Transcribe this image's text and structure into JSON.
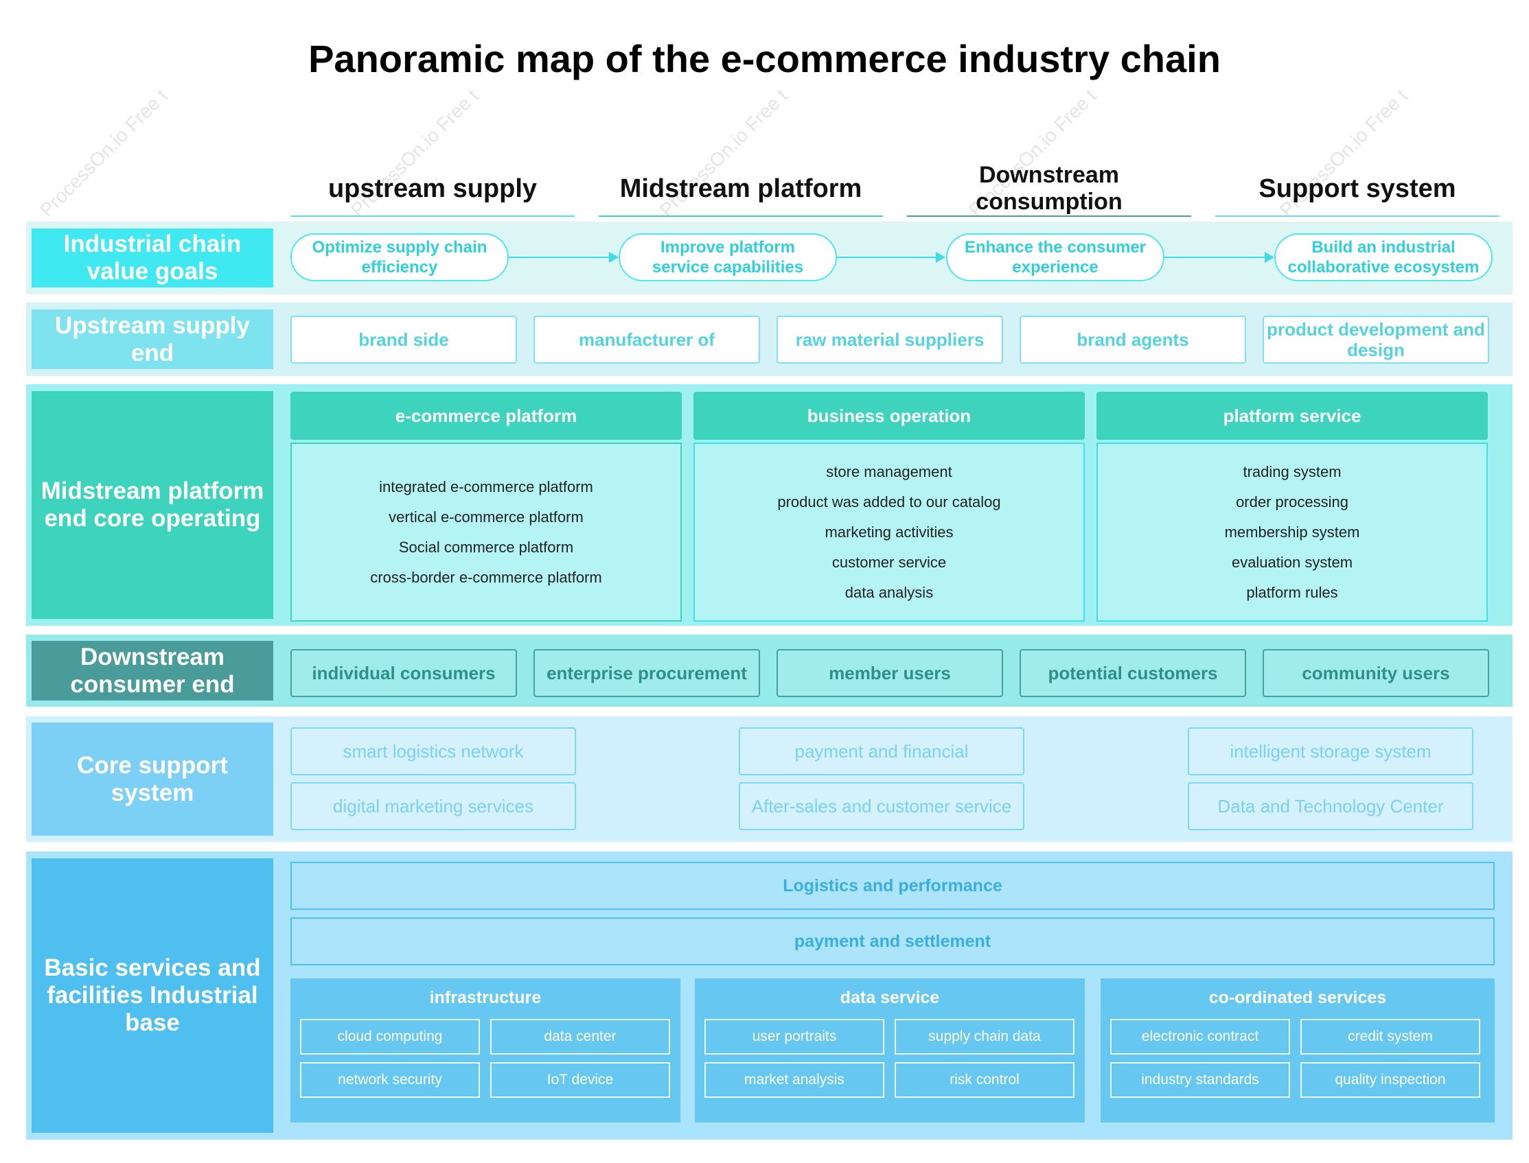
{
  "title": "Panoramic map of the e-commerce industry chain",
  "watermark": "ProcessOn.io Free t",
  "columns": [
    "upstream supply",
    "Midstream platform",
    "Downstream consumption",
    "Support system"
  ],
  "rows": {
    "value_goals": {
      "label": "Industrial chain value goals",
      "items": [
        "Optimize supply chain efficiency",
        "Improve platform service capabilities",
        "Enhance the consumer experience",
        "Build an industrial collaborative ecosystem"
      ]
    },
    "upstream": {
      "label": "Upstream supply end",
      "items": [
        "brand side",
        "manufacturer of",
        "raw material suppliers",
        "brand agents",
        "product development and design"
      ]
    },
    "midstream": {
      "label": "Midstream platform end core operating",
      "groups": [
        {
          "title": "e-commerce platform",
          "items": [
            "integrated e-commerce platform",
            "vertical e-commerce platform",
            "Social commerce platform",
            "cross-border e-commerce platform"
          ]
        },
        {
          "title": "business operation",
          "items": [
            "store management",
            "product was added to our catalog",
            "marketing activities",
            "customer service",
            "data analysis"
          ]
        },
        {
          "title": "platform service",
          "items": [
            "trading system",
            "order processing",
            "membership system",
            "evaluation system",
            "platform rules"
          ]
        }
      ]
    },
    "downstream": {
      "label": "Downstream consumer end",
      "items": [
        "individual consumers",
        "enterprise procurement",
        "member users",
        "potential customers",
        "community users"
      ]
    },
    "support": {
      "label": "Core support system",
      "items": [
        "smart logistics network",
        "payment and financial",
        "intelligent storage system",
        "digital marketing services",
        "After-sales and customer service",
        "Data and Technology Center"
      ]
    },
    "basic": {
      "label": "Basic services and facilities Industrial base",
      "bars": [
        "Logistics and performance",
        "payment and settlement"
      ],
      "groups": [
        {
          "title": "infrastructure",
          "items": [
            "cloud computing",
            "data center",
            "network security",
            "IoT device"
          ]
        },
        {
          "title": "data service",
          "items": [
            "user portraits",
            "supply chain data",
            "market analysis",
            "risk control"
          ]
        },
        {
          "title": "co-ordinated services",
          "items": [
            "electronic contract",
            "credit system",
            "industry standards",
            "quality inspection"
          ]
        }
      ]
    }
  },
  "colors": {
    "value_goals_label": "#40e8f2",
    "upstream_label": "#7fe2ef",
    "midstream_label": "#3dd3bd",
    "downstream_label": "#4a9c9a",
    "support_label": "#7dd0f5",
    "basic_label": "#4fbfef"
  }
}
